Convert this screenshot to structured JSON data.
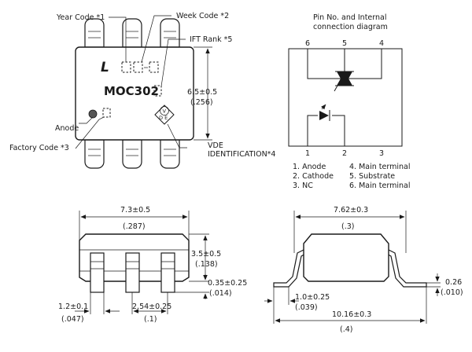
{
  "callouts": {
    "year_code": "Year Code *1",
    "week_code": "Week Code *2",
    "ift_rank": "IFT Rank *5",
    "anode": "Anode",
    "factory_code": "Factory Code *3",
    "vde_line1": "VDE",
    "vde_line2": "IDENTIFICATION*4"
  },
  "marking": {
    "logo": "L",
    "part_number": "MOC302",
    "vde_v": "V",
    "vde_de": "D E"
  },
  "top_view_dims": {
    "height": "6.5±0.5",
    "height_in": "(.256)"
  },
  "connection_diagram": {
    "title_line1": "Pin No. and Internal",
    "title_line2": "connection diagram",
    "top_pins": [
      "6",
      "5",
      "4"
    ],
    "bottom_pins": [
      "1",
      "2",
      "3"
    ],
    "legend": [
      "1. Anode",
      "4. Main terminal",
      "2. Cathode",
      "5. Substrate",
      "3. NC",
      "6. Main terminal"
    ]
  },
  "side_view_dims": {
    "width": "7.3±0.5",
    "width_in": "(.287)",
    "height": "3.5±0.5",
    "height_in": "(.138)",
    "standoff": "0.35±0.25",
    "standoff_in": "(.014)",
    "pin_width": "1.2±0.1",
    "pin_width_in": "(.047)",
    "pitch": "2.54±0.25",
    "pitch_in": "(.1)"
  },
  "end_view_dims": {
    "row_spacing": "7.62±0.3",
    "row_spacing_in": "(.3)",
    "lead_thickness": "0.26",
    "lead_thickness_in": "(.010)",
    "foot_length": "1.0±0.25",
    "foot_length_in": "(.039)",
    "overall": "10.16±0.3",
    "overall_in": "(.4)"
  },
  "colors": {
    "line": "#1a1a1a",
    "background": "#ffffff"
  }
}
